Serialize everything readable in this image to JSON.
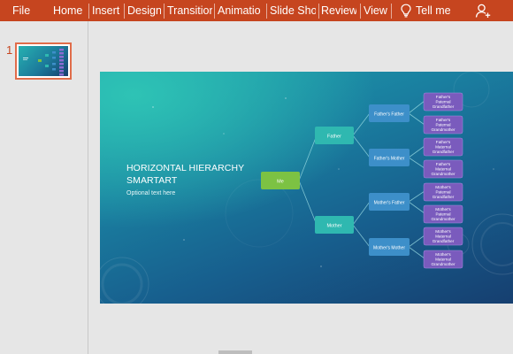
{
  "ribbon": {
    "tabs": [
      "File",
      "Home",
      "Insert",
      "Design",
      "Transitior",
      "Animatio",
      "Slide Sho",
      "Review",
      "View"
    ],
    "tell_me": "Tell me"
  },
  "thumbnails": [
    {
      "number": "1"
    }
  ],
  "slide": {
    "title": "HORIZONTAL HIERARCHY SMARTART",
    "subtitle": "Optional text here",
    "hierarchy": {
      "root": "Me",
      "level1": [
        "Father",
        "Mother"
      ],
      "level2": [
        "Father's Father",
        "Father's Mother",
        "Mother's Father",
        "Mother's Mother"
      ],
      "level3": [
        "Father's Paternal Grandfather",
        "Father's Paternal Grandmother",
        "Father's Maternal Grandfather",
        "Father's Maternal Grandmother",
        "Mother's Paternal Grandfather",
        "Mother's Paternal Grandmother",
        "Mother's Maternal Grandfather",
        "Mother's Maternal Grandmother"
      ]
    }
  },
  "colors": {
    "ribbon": "#c6451f",
    "root_node": "#7cc243",
    "level1_node": "#2fb8b0",
    "level2_node": "#3d8fc9",
    "level3_node": "#7a5bbd"
  }
}
